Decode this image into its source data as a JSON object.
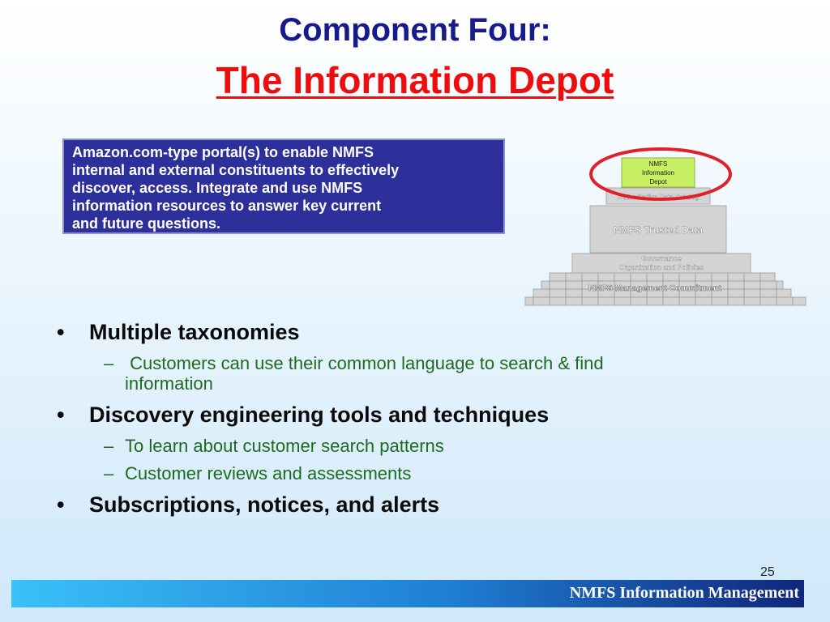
{
  "title": {
    "line1": "Component Four:",
    "line2": "The Information Depot"
  },
  "description_box": {
    "lines": [
      "Amazon.com-type portal(s) to enable NMFS",
      "internal and external constituents to effectively",
      "discover, access.  Integrate and use NMFS",
      "information resources to answer key current",
      "and future questions."
    ]
  },
  "pyramid": {
    "top_label": [
      "NMFS",
      "Information",
      "Depot"
    ],
    "catalog_label": "Authoritative Data Catalog",
    "trusted_label": "NMFS Trusted Data",
    "governance_label": [
      "Governance",
      "Organization and Policies"
    ],
    "base_label": "NMFS Management Commitment",
    "colors": {
      "top_fill": "#c8f064",
      "block_fill": "#d4d4d4",
      "highlight_ring": "#e0202a"
    }
  },
  "bullets": [
    {
      "text": "Multiple taxonomies",
      "subs": [
        {
          "line1": " Customers can use their common language to search & find",
          "line2": "information"
        }
      ]
    },
    {
      "text": "Discovery engineering tools and techniques",
      "subs": [
        {
          "line1": "To learn about customer search patterns"
        },
        {
          "line1": "Customer reviews and assessments"
        }
      ]
    },
    {
      "text": "Subscriptions, notices, and alerts",
      "subs": []
    }
  ],
  "bullet_glyph": "•",
  "dash_glyph": "–",
  "slide_number": "25",
  "footer": {
    "text": "NMFS Information Management"
  }
}
